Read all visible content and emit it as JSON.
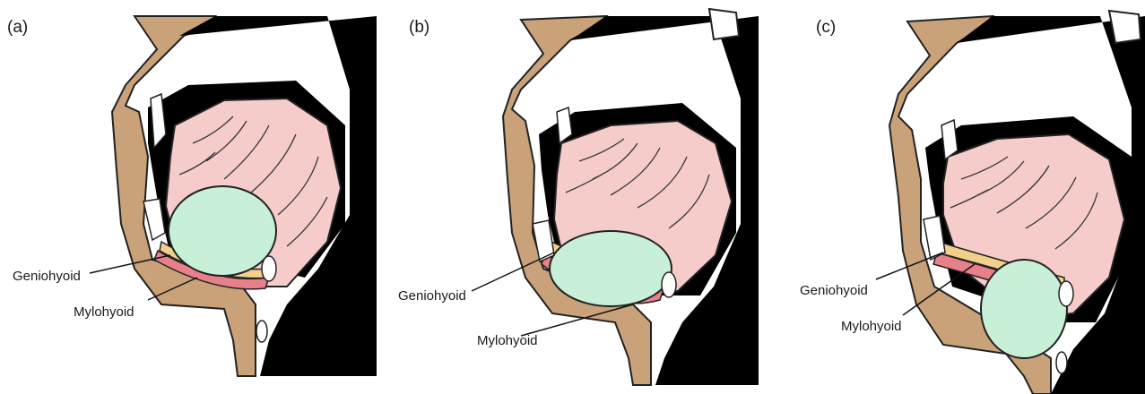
{
  "panels": [
    {
      "id": "a",
      "label": "(a)",
      "geniohyoid": "Geniohyoid",
      "mylohyoid": "Mylohyoid"
    },
    {
      "id": "b",
      "label": "(b)",
      "geniohyoid": "Geniohyoid",
      "mylohyoid": "Mylohyoid"
    },
    {
      "id": "c",
      "label": "(c)",
      "geniohyoid": "Geniohyoid",
      "mylohyoid": "Mylohyoid"
    }
  ],
  "colors": {
    "bone": "#c9a27a",
    "tongue": "#f6cccb",
    "bolus": "#c8f0d8",
    "muscle_red": "#e8808a",
    "muscle_yellow": "#f2cf8a",
    "cavity": "#000000",
    "tooth": "#ffffff"
  }
}
